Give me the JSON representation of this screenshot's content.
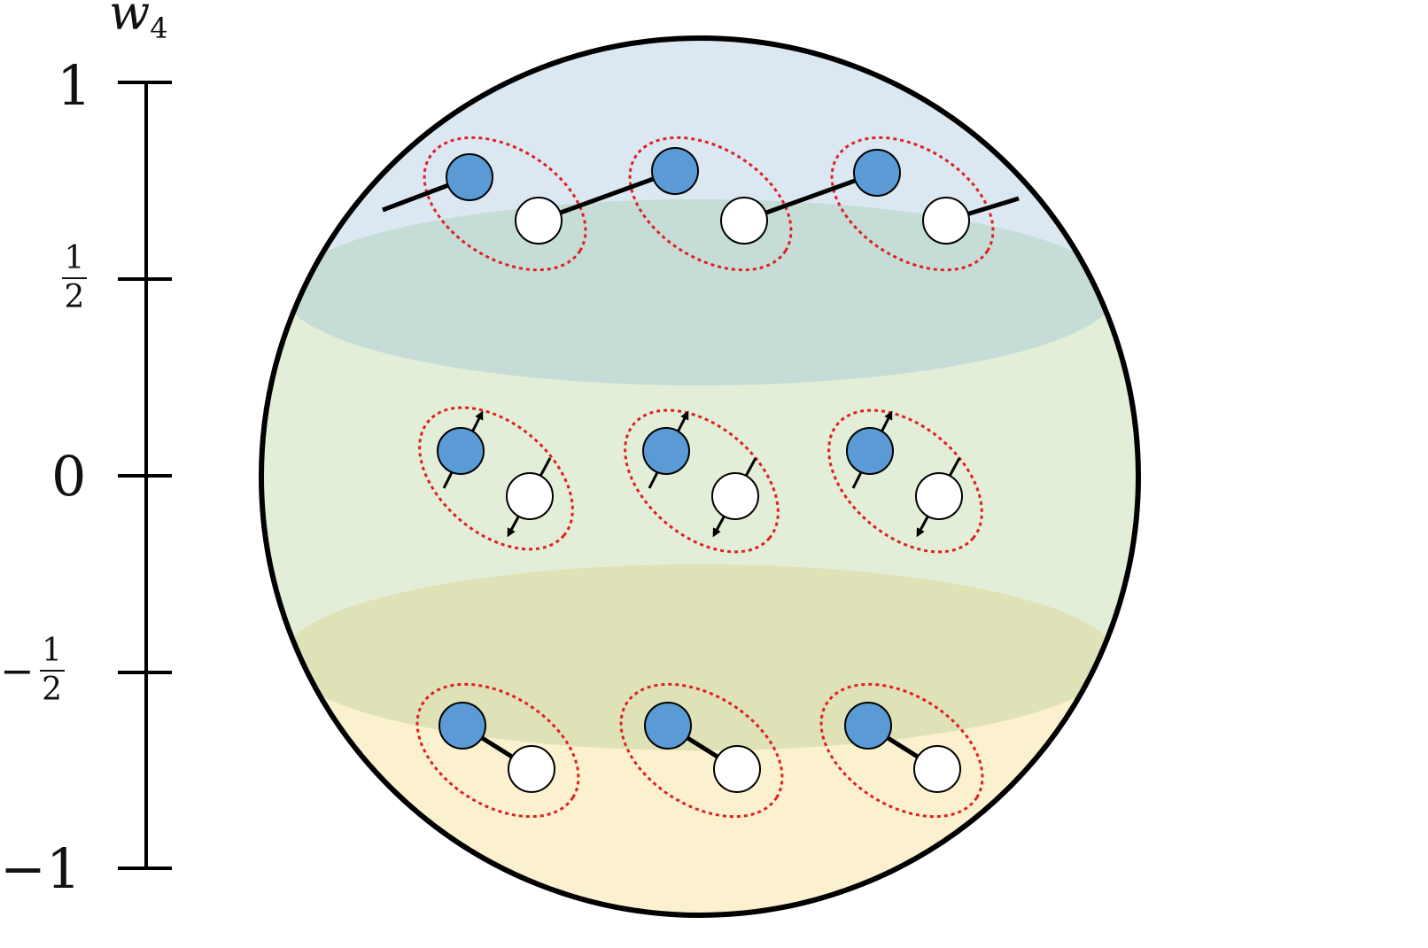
{
  "axis": {
    "title": "w",
    "title_subscript": "4",
    "ticks": [
      {
        "label": "1"
      },
      {
        "label_num": "1",
        "label_den": "2",
        "sign": ""
      },
      {
        "label": "0"
      },
      {
        "label_num": "1",
        "label_den": "2",
        "sign": "−"
      },
      {
        "label": "−1"
      }
    ],
    "tick_values": [
      1,
      0.5,
      0,
      -0.5,
      -1
    ]
  },
  "colors": {
    "top_region": "#dbe8f2",
    "middle_region": "#e3eed9",
    "bottom_region": "#fbf1cf",
    "upper_band": "#c5ddd6",
    "lower_band": "#dfe1b6",
    "filled_site": "#5b9bd5",
    "empty_site": "#ffffff",
    "pair_outline": "#e02020",
    "sphere_outline": "#000000"
  },
  "rows": [
    {
      "name": "top-row",
      "bond": "inter-pair chain",
      "pairs": 3
    },
    {
      "name": "middle-row",
      "bond": "spin arrows",
      "pairs": 3
    },
    {
      "name": "bottom-row",
      "bond": "intra-pair bond",
      "pairs": 3
    }
  ]
}
